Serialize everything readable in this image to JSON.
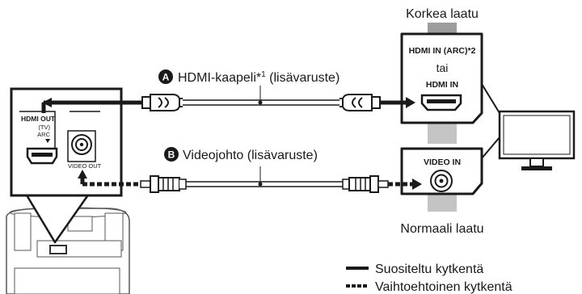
{
  "labels": {
    "high_quality": "Korkea laatu",
    "normal_quality": "Normaali laatu",
    "hdmi_cable_letter": "A",
    "hdmi_cable_text": "HDMI-kaapeli*",
    "hdmi_cable_sup": "1",
    "hdmi_cable_suffix": " (lisävaruste)",
    "video_cable_letter": "B",
    "video_cable_text": "Videojohto (lisävaruste)",
    "hdmi_in_arc": "HDMI IN (ARC)*2",
    "or": "tai",
    "hdmi_in": "HDMI IN",
    "video_in": "VIDEO IN",
    "unit_hdmi_out": "HDMI OUT",
    "unit_tv": "(TV)",
    "unit_arc": "ARC",
    "unit_video_out": "VIDEO OUT"
  },
  "legend": {
    "recommended": "Suositeltu kytkentä",
    "alternative": "Vaihtoehtoinen kytkentä"
  }
}
